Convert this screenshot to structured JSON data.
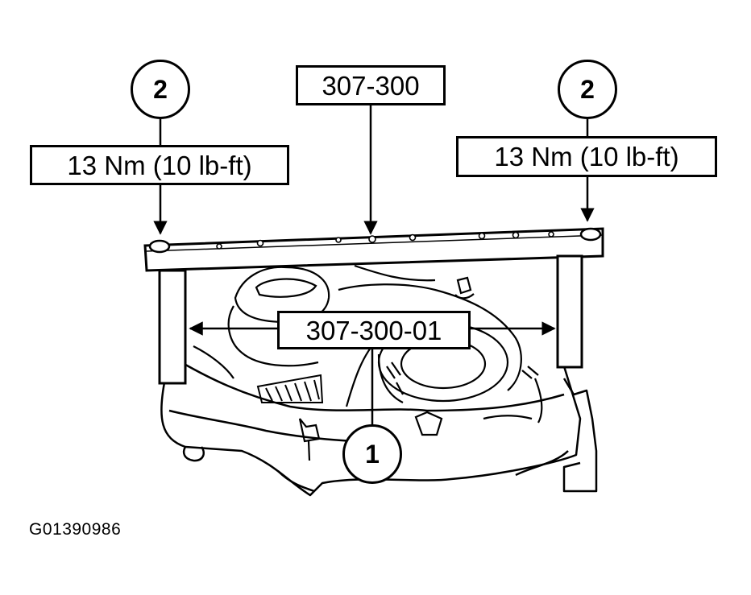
{
  "figure_id": "G01390986",
  "callouts": {
    "left_bolt": "2",
    "right_bolt": "2",
    "fixture": "1"
  },
  "labels": {
    "tool_main": "307-300",
    "tool_fixture": "307-300-01",
    "torque_left": "13 Nm (10 lb-ft)",
    "torque_right": "13 Nm (10 lb-ft)"
  }
}
